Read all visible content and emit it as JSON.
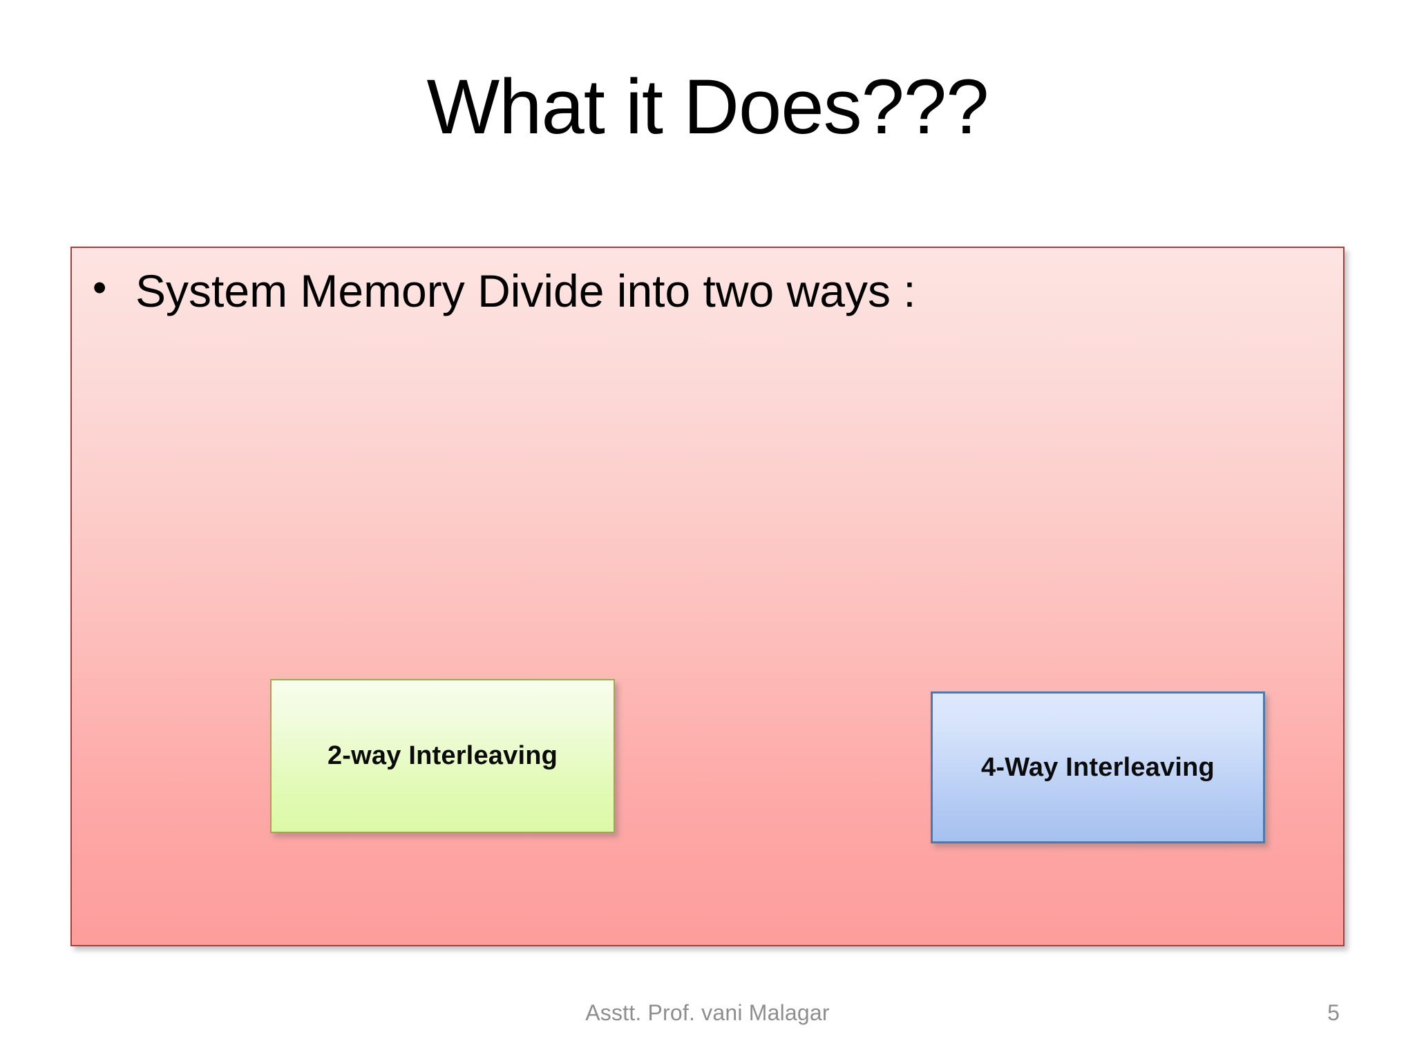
{
  "slide": {
    "title": "What it Does???",
    "background_color": "#ffffff"
  },
  "content_panel": {
    "bullet_mark": "•",
    "bullet_text": "System Memory Divide into two ways :",
    "fill_top_color": "#fde4e2",
    "fill_bottom_color": "#fd9d9c",
    "border_color": "#ac3c3c"
  },
  "options": [
    {
      "label": "2-way Interleaving",
      "fill_top_color": "#f7fdec",
      "fill_bottom_color": "#dcf9a7",
      "border_color": "#9aab4e"
    },
    {
      "label": "4-Way Interleaving",
      "fill_top_color": "#dde8fc",
      "fill_bottom_color": "#a6c1ef",
      "border_color": "#4a79ae"
    }
  ],
  "footer": {
    "note": "Asstt. Prof. vani Malagar",
    "page_number": "5",
    "text_color": "#8e8e8e"
  }
}
